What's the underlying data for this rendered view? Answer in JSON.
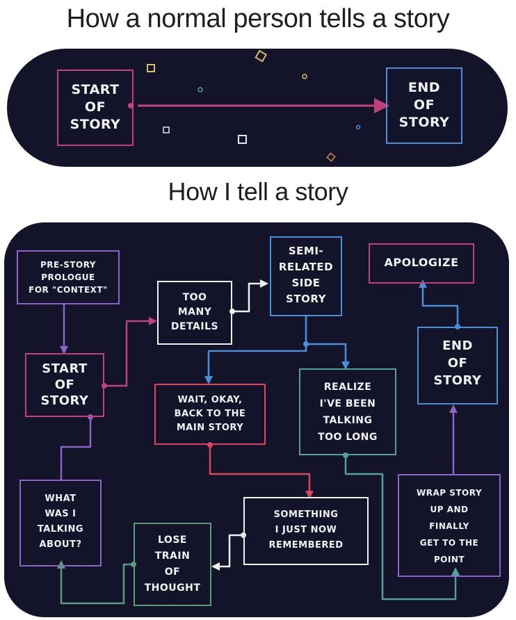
{
  "top_heading": "How a normal person tells a story",
  "bottom_heading": "How I tell a story",
  "normal_story": {
    "start_label": "START\nOF\nSTORY",
    "end_label": "END\nOF\nSTORY"
  },
  "my_story": {
    "prologue": "PRE-STORY\nPROLOGUE\nFOR \"CONTEXT\"",
    "start": "START\nOF\nSTORY",
    "too_many_details": "TOO\nMANY\nDETAILS",
    "semi_related": "SEMI-\nRELATED\nSIDE\nSTORY",
    "apologize": "APOLOGIZE",
    "wait_okay": "WAIT, OKAY,\nBACK TO THE\nMAIN STORY",
    "realize": "REALIZE\nI'VE BEEN\nTALKING\nTOO LONG",
    "end": "END\nOF\nSTORY",
    "what_was_i": "WHAT\nWAS I\nTALKING\nABOUT?",
    "something": "SOMETHING\nI JUST NOW\nREMEMBERED",
    "lose_train": "LOSE\nTRAIN\nOF\nTHOUGHT",
    "wrap_up": "WRAP STORY\nUP AND\nFINALLY\nGET TO THE\nPOINT"
  },
  "colors": {
    "background": "#13132a",
    "pink": "#c2417a",
    "red": "#d9475c",
    "blue": "#4a8fd8",
    "purple": "#8d63c7",
    "teal": "#4fa39a",
    "green": "#5c9c7c",
    "cream": "#f1f1ec",
    "yellow": "#d8c36a",
    "text": "#f2f2f6"
  }
}
